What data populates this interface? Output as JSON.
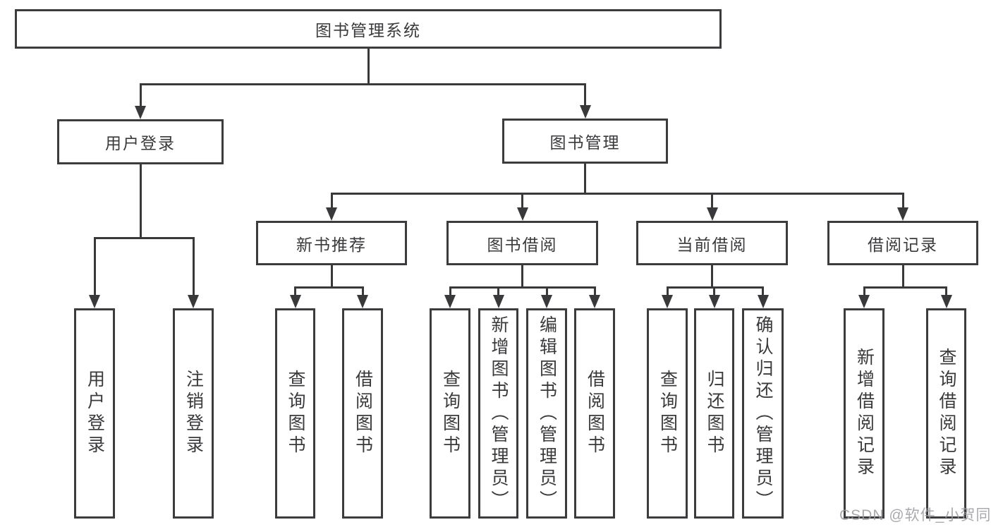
{
  "diagram": {
    "title": "图书管理系统",
    "watermark": "CSDN @软件_小贺同学",
    "colors": {
      "box_border": "#3c3c3e",
      "box_fill": "#ffffff",
      "text": "#3a3a3c",
      "line": "#39393b",
      "watermark": "#9b9b9f",
      "background": "#ffffff"
    },
    "nodes": [
      {
        "id": "root",
        "label": "图书管理系统",
        "orientation": "horizontal"
      },
      {
        "id": "user-login",
        "label": "用户登录",
        "orientation": "horizontal"
      },
      {
        "id": "book-mgmt",
        "label": "图书管理",
        "orientation": "horizontal"
      },
      {
        "id": "new-book-rec",
        "label": "新书推荐",
        "orientation": "horizontal"
      },
      {
        "id": "book-borrow",
        "label": "图书借阅",
        "orientation": "horizontal"
      },
      {
        "id": "current-borrow",
        "label": "当前借阅",
        "orientation": "horizontal"
      },
      {
        "id": "borrow-records",
        "label": "借阅记录",
        "orientation": "horizontal"
      },
      {
        "id": "ul-login",
        "label": "用户登录",
        "orientation": "vertical"
      },
      {
        "id": "ul-logout",
        "label": "注销登录",
        "orientation": "vertical"
      },
      {
        "id": "nbr-query",
        "label": "查询图书",
        "orientation": "vertical"
      },
      {
        "id": "nbr-borrow",
        "label": "借阅图书",
        "orientation": "vertical"
      },
      {
        "id": "bb-query",
        "label": "查询图书",
        "orientation": "vertical"
      },
      {
        "id": "bb-add",
        "label": "新增图书（管理员）",
        "orientation": "vertical"
      },
      {
        "id": "bb-edit",
        "label": "编辑图书（管理员）",
        "orientation": "vertical"
      },
      {
        "id": "bb-borrow",
        "label": "借阅图书",
        "orientation": "vertical"
      },
      {
        "id": "cb-query",
        "label": "查询图书",
        "orientation": "vertical"
      },
      {
        "id": "cb-return",
        "label": "归还图书",
        "orientation": "vertical"
      },
      {
        "id": "cb-confirm",
        "label": "确认归还（管理员）",
        "orientation": "vertical"
      },
      {
        "id": "br-add",
        "label": "新增借阅记录",
        "orientation": "vertical"
      },
      {
        "id": "br-query",
        "label": "查询借阅记录",
        "orientation": "vertical"
      }
    ],
    "edges": [
      {
        "from": "root",
        "to": [
          "user-login",
          "book-mgmt"
        ]
      },
      {
        "from": "user-login",
        "to": [
          "ul-login",
          "ul-logout"
        ]
      },
      {
        "from": "book-mgmt",
        "to": [
          "new-book-rec",
          "book-borrow",
          "current-borrow",
          "borrow-records"
        ]
      },
      {
        "from": "new-book-rec",
        "to": [
          "nbr-query",
          "nbr-borrow"
        ]
      },
      {
        "from": "book-borrow",
        "to": [
          "bb-query",
          "bb-add",
          "bb-edit",
          "bb-borrow"
        ]
      },
      {
        "from": "current-borrow",
        "to": [
          "cb-query",
          "cb-return",
          "cb-confirm"
        ]
      },
      {
        "from": "borrow-records",
        "to": [
          "br-add",
          "br-query"
        ]
      }
    ]
  }
}
